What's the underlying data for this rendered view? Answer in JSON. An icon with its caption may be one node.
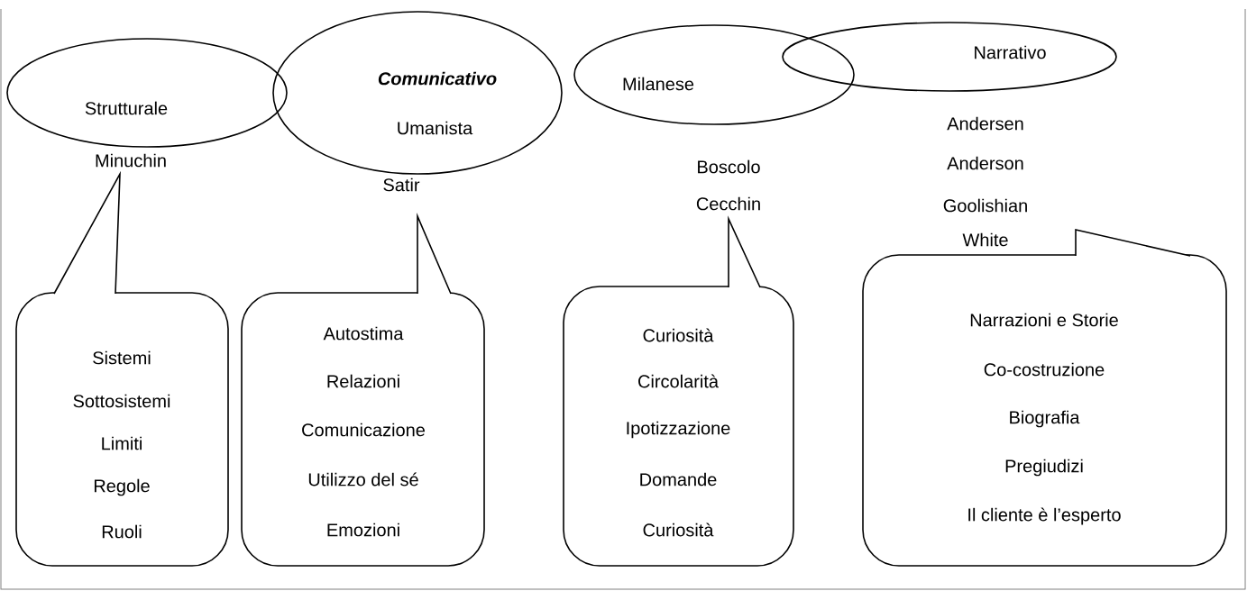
{
  "diagram": {
    "nodes": [
      {
        "text": [
          "Strutturale"
        ]
      },
      {
        "text": [
          "Comunicativo",
          "Umanista"
        ]
      },
      {
        "text": [
          "Milanese"
        ]
      },
      {
        "text": [
          "Narrativo"
        ]
      },
      {
        "text": [
          "Sistemi",
          "Sottosistemi",
          "Limiti",
          "Regole",
          "Ruoli"
        ]
      },
      {
        "text": [
          "Autostima",
          "Relazioni",
          "Comunicazione",
          "Utilizzo del sé",
          "Emozioni"
        ]
      },
      {
        "text": [
          "Curiosità",
          "Circolarità",
          "Ipotizzazione",
          "Domande",
          "Curiosità"
        ]
      },
      {
        "text": [
          "Narrazioni e Storie",
          "Co-costruzione",
          "Biografia",
          "Pregiudizi",
          "Il cliente è l’esperto"
        ]
      }
    ],
    "labels": [
      "Andersen",
      "Minuchin",
      "Boscolo",
      "Anderson",
      "Satir",
      "Cecchin",
      "Goolishian",
      "White"
    ]
  }
}
